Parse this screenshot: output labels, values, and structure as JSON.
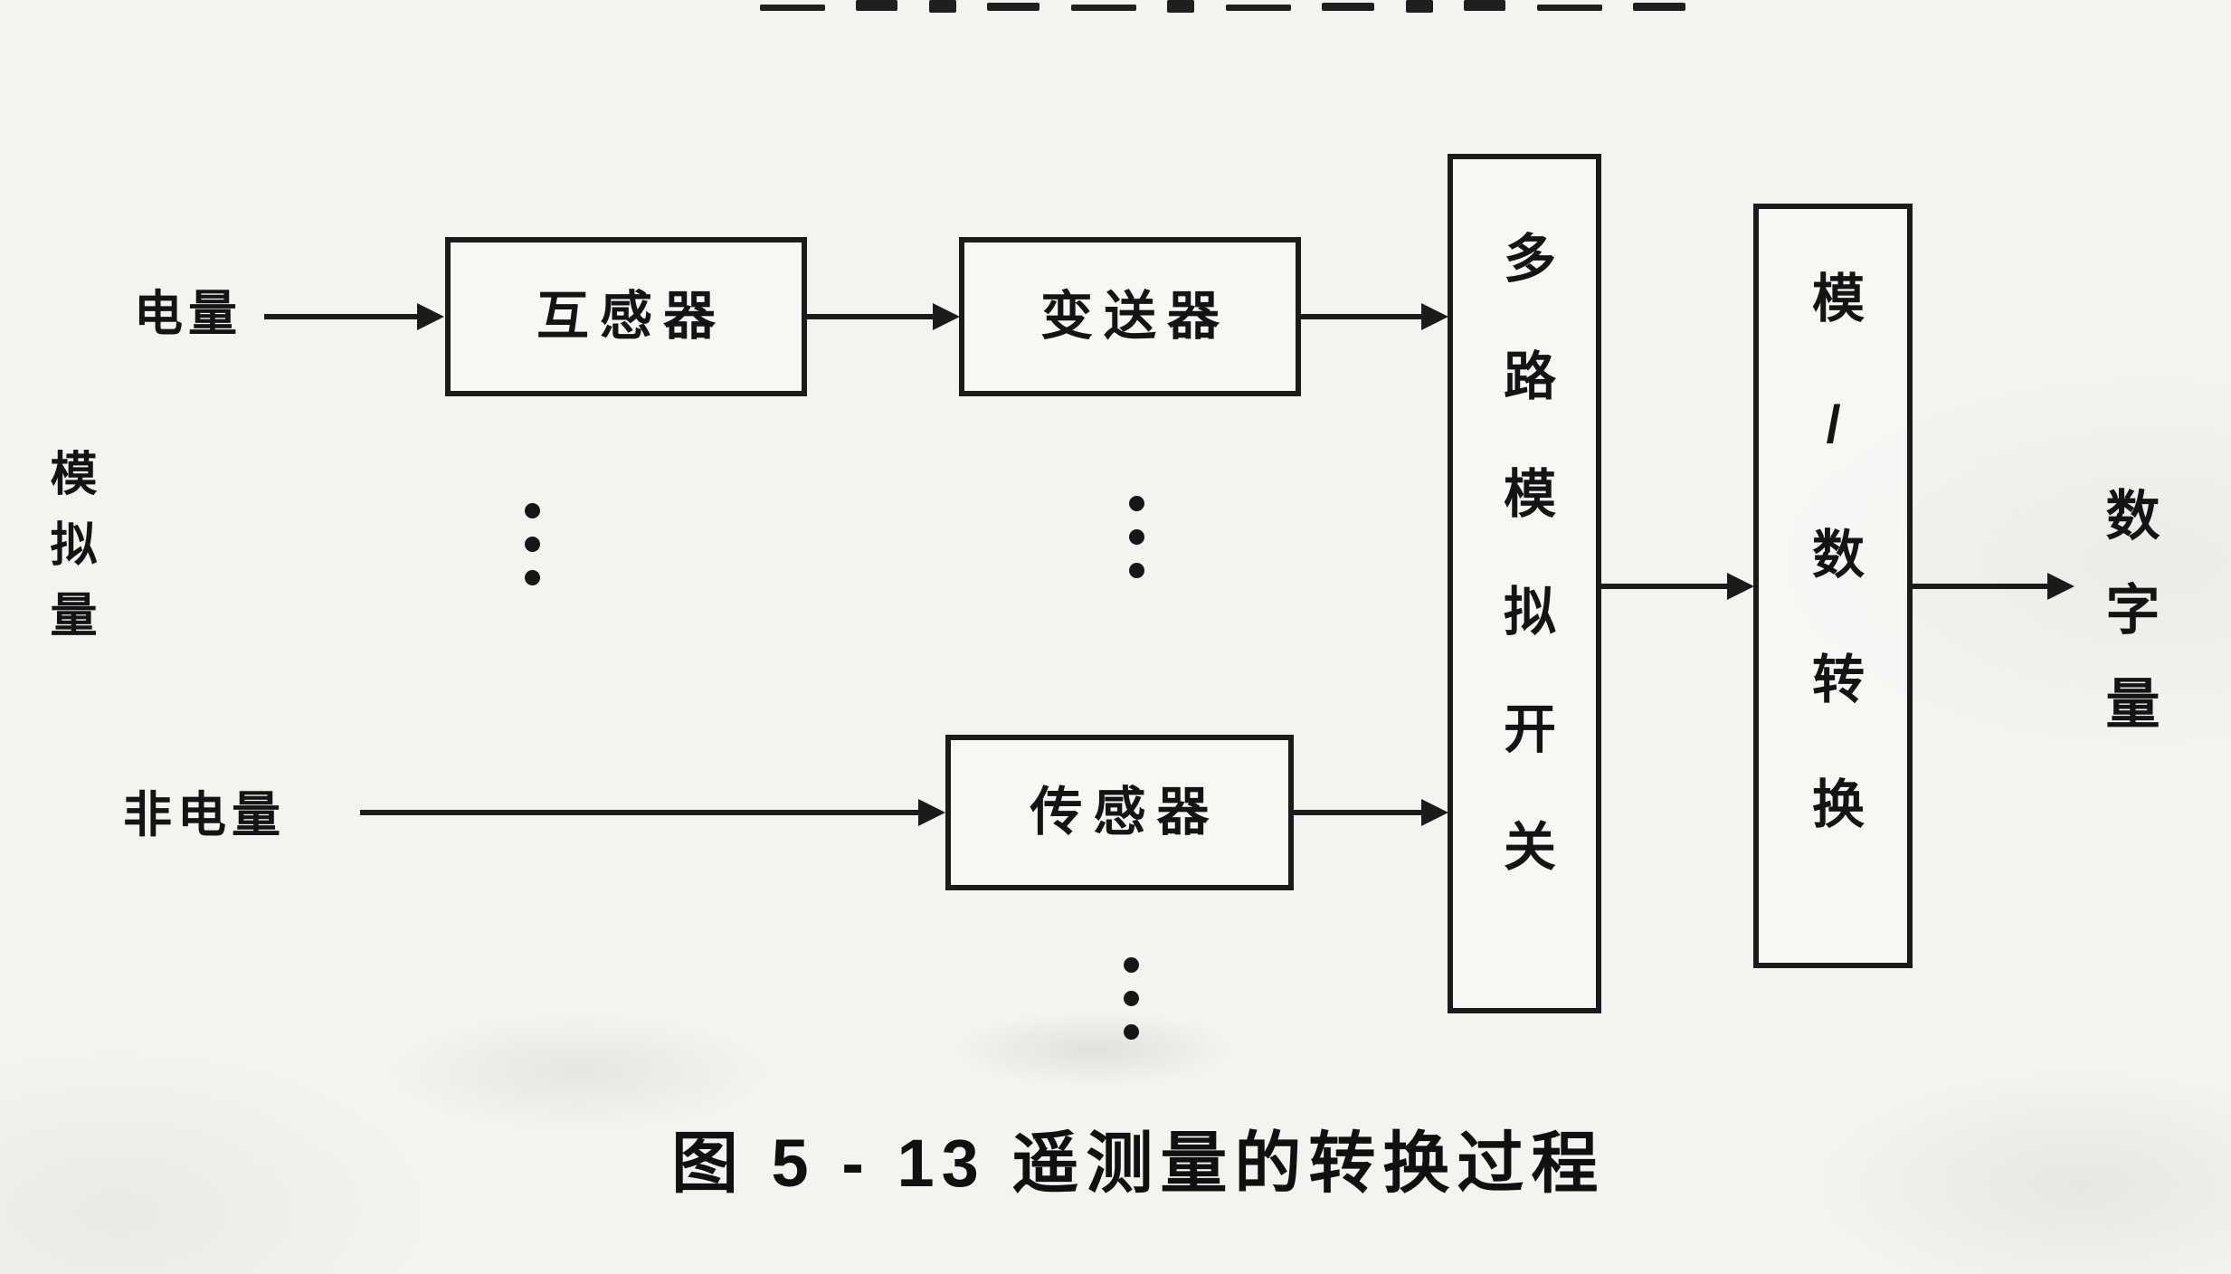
{
  "paper_color": "#f4f3ef",
  "ink_color": "#1b1b1b",
  "labels": {
    "analog_input": "模拟量",
    "electric_input": "电量",
    "non_electric_input": "非电量",
    "digital_output": "数字量"
  },
  "blocks": {
    "transformer": "互感器",
    "transmitter": "变送器",
    "sensor": "传感器",
    "analog_mux": "多路模拟开关",
    "ad_converter": "模/数转换"
  },
  "icons": {
    "vertical_ellipsis": "⋮"
  },
  "caption": "图 5 - 13  遥测量的转换过程"
}
